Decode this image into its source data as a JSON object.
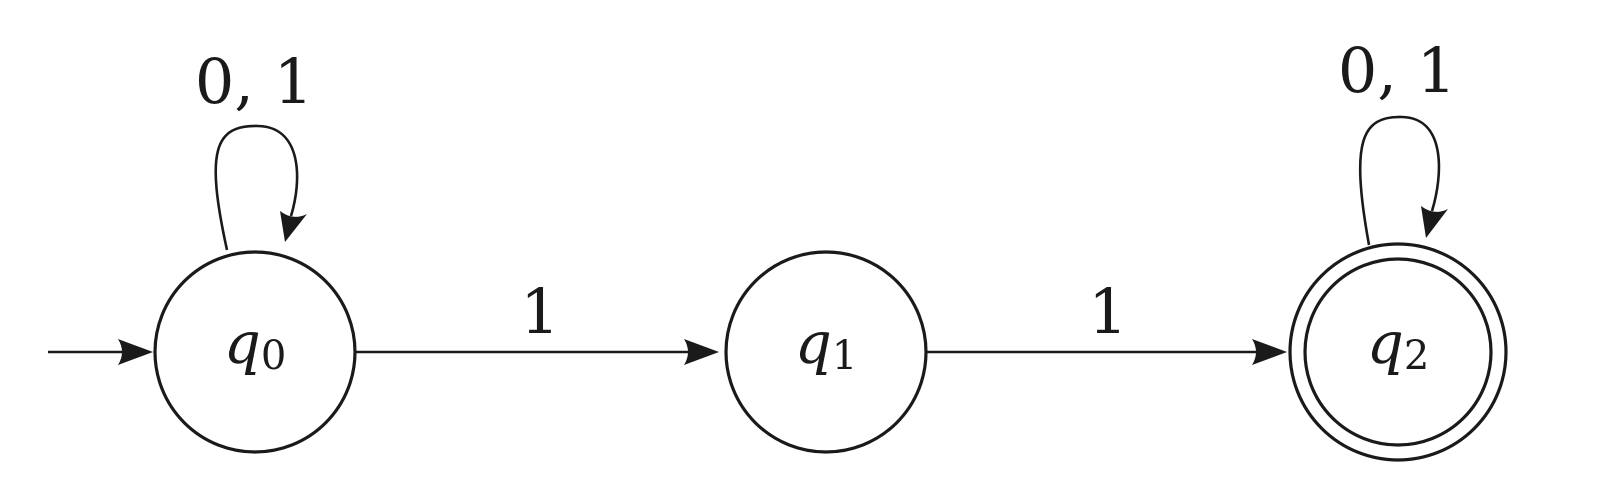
{
  "diagram": {
    "colors": {
      "stroke": "#1a1a1a",
      "background": "#ffffff"
    },
    "states": [
      {
        "id": "q0",
        "letter": "q",
        "index": "0",
        "initial": true,
        "accepting": false
      },
      {
        "id": "q1",
        "letter": "q",
        "index": "1",
        "initial": false,
        "accepting": false
      },
      {
        "id": "q2",
        "letter": "q",
        "index": "2",
        "initial": false,
        "accepting": true
      }
    ],
    "transitions": [
      {
        "from": "q0",
        "to": "q0",
        "label": "0, 1"
      },
      {
        "from": "q0",
        "to": "q1",
        "label": "1"
      },
      {
        "from": "q1",
        "to": "q2",
        "label": "1"
      },
      {
        "from": "q2",
        "to": "q2",
        "label": "0, 1"
      }
    ]
  }
}
